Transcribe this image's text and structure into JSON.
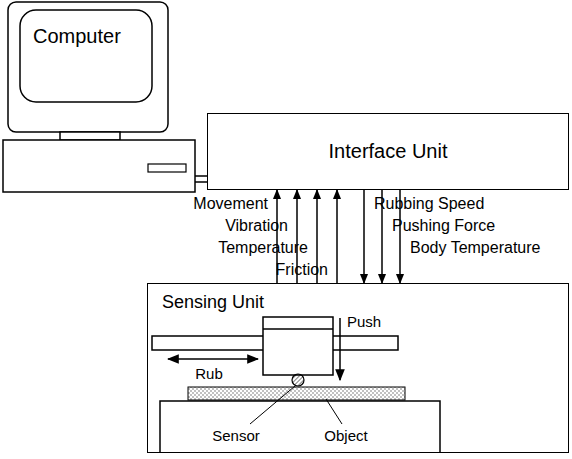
{
  "diagram": {
    "nodes": [
      {
        "text": [
          "Computer"
        ]
      },
      {
        "text": [
          "Interface Unit"
        ]
      },
      {
        "text": [
          "Sensing Unit"
        ]
      }
    ],
    "edges": [
      {
        "from": 0,
        "to": 1,
        "arrow": "none"
      },
      {
        "from": 2,
        "to": 1,
        "label": "Movement",
        "arrow": "to"
      },
      {
        "from": 2,
        "to": 1,
        "label": "Vibration",
        "arrow": "to"
      },
      {
        "from": 2,
        "to": 1,
        "label": "Temperature",
        "arrow": "to"
      },
      {
        "from": 2,
        "to": 1,
        "label": "Friction",
        "arrow": "to"
      },
      {
        "from": 1,
        "to": 2,
        "label": "Rubbing Speed",
        "arrow": "to"
      },
      {
        "from": 1,
        "to": 2,
        "label": "Pushing Force",
        "arrow": "to"
      },
      {
        "from": 1,
        "to": 2,
        "label": "Body Temperature",
        "arrow": "to"
      }
    ],
    "labels": [
      "Push",
      "Rub",
      "Sensor",
      "Object"
    ]
  }
}
